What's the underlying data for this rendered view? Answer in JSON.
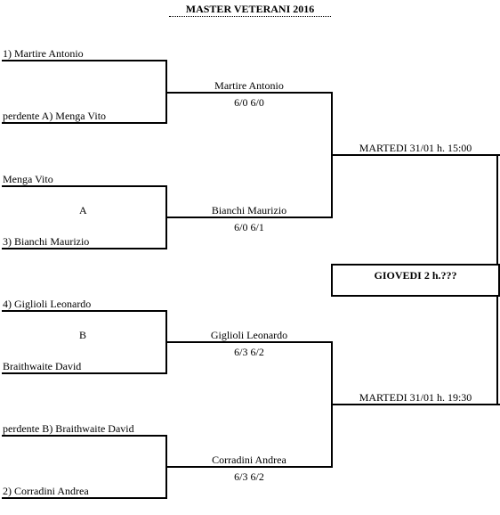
{
  "title": "MASTER VETERANI 2016",
  "round1": {
    "m1": {
      "p1": "1) Martire Antonio",
      "p2": "perdente A) Menga Vito"
    },
    "m2": {
      "p1": "Menga Vito",
      "label": "A",
      "p2": "3) Bianchi Maurizio"
    },
    "m3": {
      "p1": "4) Giglioli Leonardo",
      "label": "B",
      "p2": "Braithwaite David"
    },
    "m4": {
      "p1": "perdente B) Braithwaite David",
      "p2": "2) Corradini Andrea"
    }
  },
  "round2": {
    "w1": {
      "name": "Martire Antonio",
      "score": "6/0  6/0"
    },
    "w2": {
      "name": "Bianchi Maurizio",
      "score": "6/0  6/1"
    },
    "w3": {
      "name": "Giglioli Leonardo",
      "score": "6/3  6/2"
    },
    "w4": {
      "name": "Corradini Andrea",
      "score": "6/3  6/2"
    }
  },
  "semis": {
    "top": "MARTEDI 31/01 h. 15:00",
    "bottom": "MARTEDI 31/01 h. 19:30"
  },
  "final": {
    "label": "GIOVEDI 2 h.???"
  }
}
